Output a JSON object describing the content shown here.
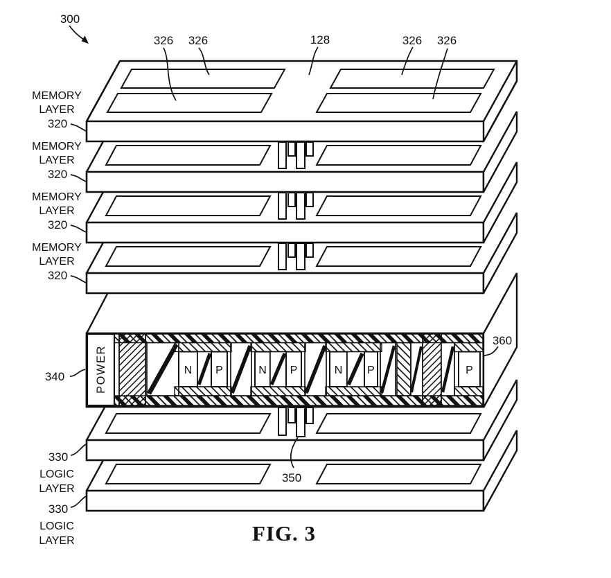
{
  "colors": {
    "ink": "#111111",
    "paper": "#ffffff"
  },
  "figure": {
    "reference": "300",
    "caption": "FIG. 3"
  },
  "callouts": {
    "channel": "128",
    "memory_region_left": [
      "326",
      "326"
    ],
    "memory_region_right": [
      "326",
      "326"
    ],
    "via": "350",
    "power_side": "360"
  },
  "memory_layers": [
    {
      "line1": "MEMORY",
      "line2": "LAYER",
      "ref": "320"
    },
    {
      "line1": "MEMORY",
      "line2": "LAYER",
      "ref": "320"
    },
    {
      "line1": "MEMORY",
      "line2": "LAYER",
      "ref": "320"
    },
    {
      "line1": "MEMORY",
      "line2": "LAYER",
      "ref": "320"
    }
  ],
  "power_layer": {
    "ref": "340",
    "box_label": "POWER",
    "regions": [
      "N",
      "P",
      "N",
      "P",
      "N",
      "P",
      "P"
    ]
  },
  "logic_layers": [
    {
      "ref": "330",
      "line1": "LOGIC",
      "line2": "LAYER"
    },
    {
      "ref": "330",
      "line1": "LOGIC",
      "line2": "LAYER"
    }
  ]
}
